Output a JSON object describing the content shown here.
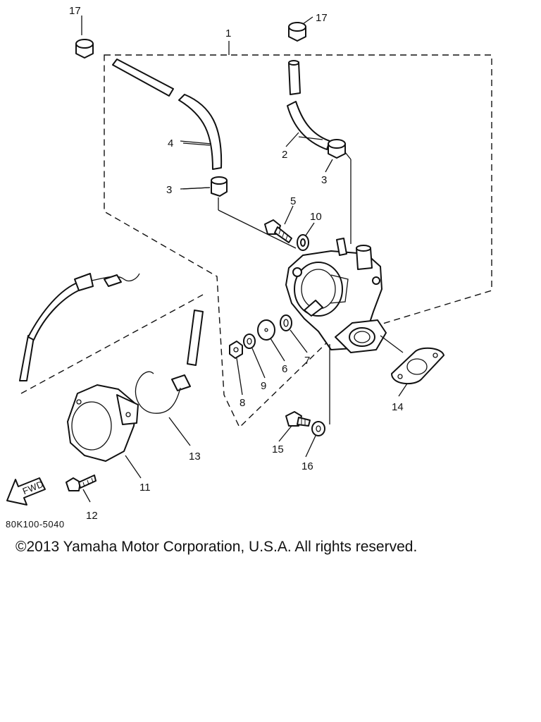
{
  "diagram": {
    "assembly_callout": "1",
    "callouts": {
      "hose_2": "2",
      "clamp_3a": "3",
      "clamp_3b": "3",
      "hose_4": "4",
      "bolt_5": "5",
      "washer_6": "6",
      "washer_7": "7",
      "nut_8": "8",
      "washer_9": "9",
      "washer_10": "10",
      "cover_11": "11",
      "screw_12": "12",
      "cable_13": "13",
      "gasket_14": "14",
      "bolt_15": "15",
      "washer_16": "16",
      "cap_17a": "17",
      "cap_17b": "17"
    },
    "fwd_label": "FWD",
    "figure_code": "80K100-5040"
  },
  "copyright": "©2013 Yamaha Motor Corporation, U.S.A. All rights reserved."
}
